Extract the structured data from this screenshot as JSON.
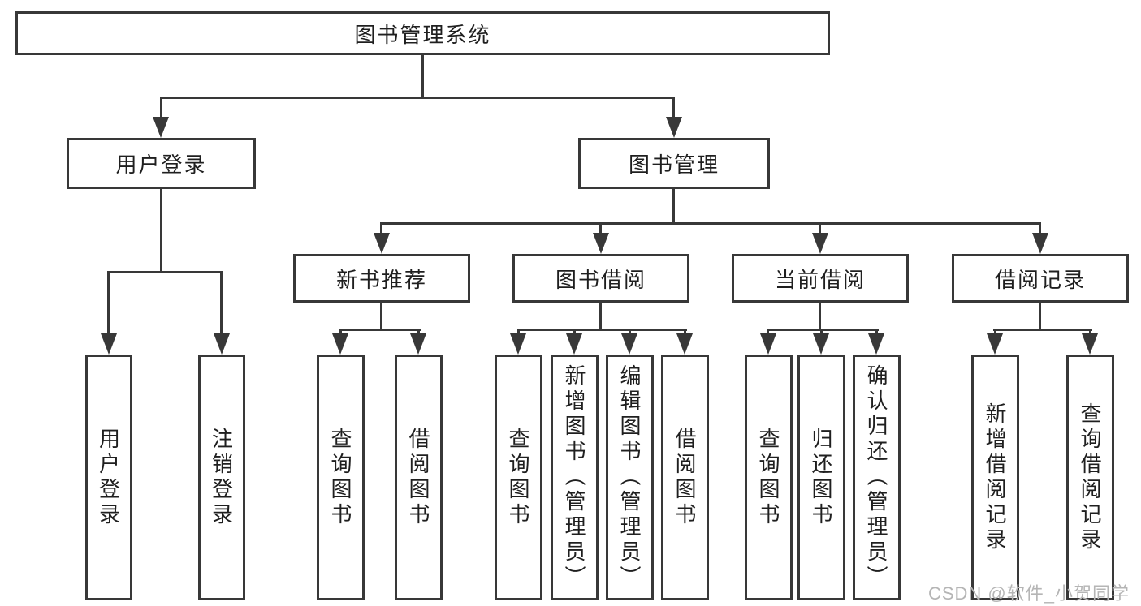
{
  "nodes": {
    "root": {
      "label": "图书管理系统"
    },
    "user_login": {
      "label": "用户登录",
      "children": [
        {
          "label": "用户登录"
        },
        {
          "label": "注销登录"
        }
      ]
    },
    "book_management": {
      "label": "图书管理",
      "children": [
        {
          "label": "新书推荐",
          "children": [
            {
              "label": "查询图书"
            },
            {
              "label": "借阅图书"
            }
          ]
        },
        {
          "label": "图书借阅",
          "children": [
            {
              "label": "查询图书"
            },
            {
              "label": "新增图书（管理员）"
            },
            {
              "label": "编辑图书（管理员）"
            },
            {
              "label": "借阅图书"
            }
          ]
        },
        {
          "label": "当前借阅",
          "children": [
            {
              "label": "查询图书"
            },
            {
              "label": "归还图书"
            },
            {
              "label": "确认归还（管理员）"
            }
          ]
        },
        {
          "label": "借阅记录",
          "children": [
            {
              "label": "新增借阅记录"
            },
            {
              "label": "查询借阅记录"
            }
          ]
        }
      ]
    }
  },
  "watermark": {
    "text": "CSDN @软件_小贺同学"
  },
  "colors": {
    "line": "#383838",
    "text": "#1f1f1f",
    "background": "#ffffff",
    "watermark": "#b5b5b5"
  }
}
